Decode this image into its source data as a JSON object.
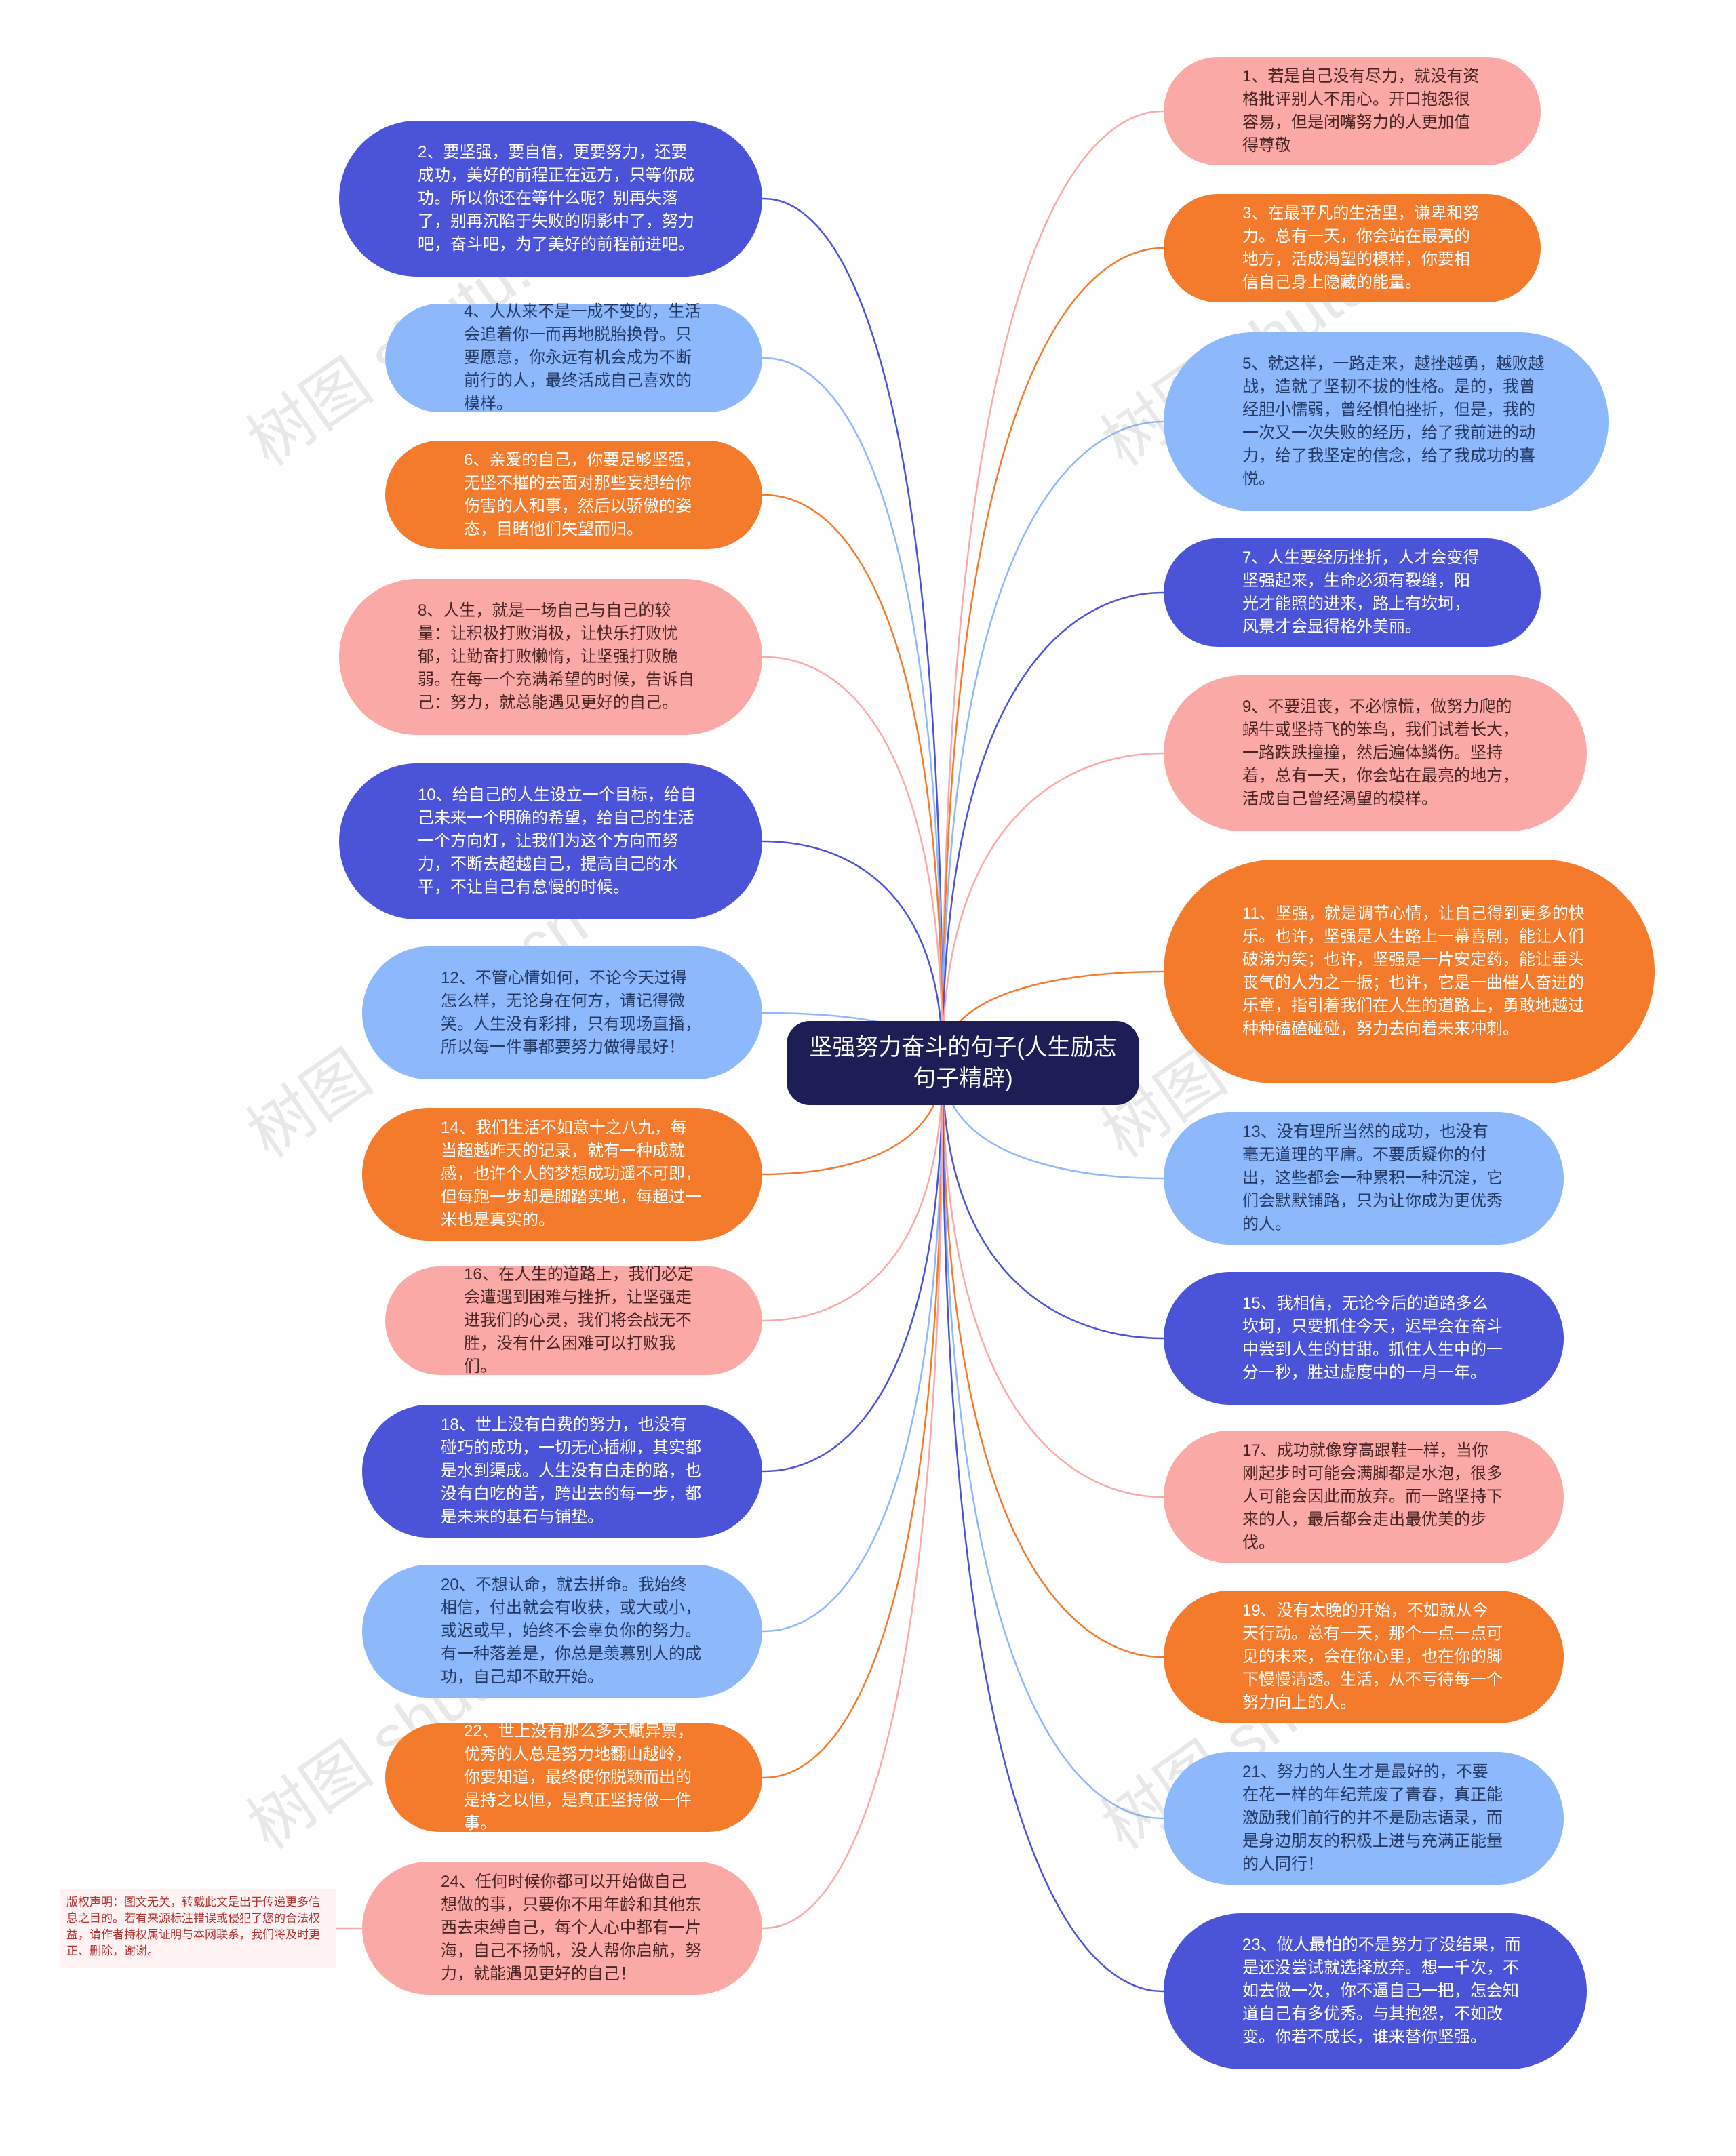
{
  "center": "坚强努力奋斗的句子(人生励志句子精辟)",
  "nodes": [
    {
      "text": "1、若是自己没有尽力，就没有资格批评别人不用心。开口抱怨很容易，但是闭嘴努力的人更加值得尊敬",
      "color": "pink"
    },
    {
      "text": "2、要坚强，要自信，更要努力，还要成功，美好的前程正在远方，只等你成功。所以你还在等什么呢？别再失落了，别再沉陷于失败的阴影中了，努力吧，奋斗吧，为了美好的前程前进吧。",
      "color": "blue"
    },
    {
      "text": "3、在最平凡的生活里，谦卑和努力。总有一天，你会站在最亮的地方，活成渴望的模样，你要相信自己身上隐藏的能量。",
      "color": "orange"
    },
    {
      "text": "4、人从来不是一成不变的，生活会追着你一而再地脱胎换骨。只要愿意，你永远有机会成为不断前行的人，最终活成自己喜欢的模样。",
      "color": "sky"
    },
    {
      "text": "5、就这样，一路走来，越挫越勇，越败越战，造就了坚韧不拔的性格。是的，我曾经胆小懦弱，曾经惧怕挫折，但是，我的一次又一次失败的经历，给了我前进的动力，给了我坚定的信念，给了我成功的喜悦。",
      "color": "sky"
    },
    {
      "text": "6、亲爱的自己，你要足够坚强，无坚不摧的去面对那些妄想给你伤害的人和事，然后以骄傲的姿态，目睹他们失望而归。",
      "color": "orange"
    },
    {
      "text": "7、人生要经历挫折，人才会变得坚强起来，生命必须有裂缝，阳光才能照的进来，路上有坎坷，风景才会显得格外美丽。",
      "color": "blue"
    },
    {
      "text": "8、人生，就是一场自己与自己的较量：让积极打败消极，让快乐打败忧郁，让勤奋打败懒惰，让坚强打败脆弱。在每一个充满希望的时候，告诉自己：努力，就总能遇见更好的自己。",
      "color": "pink"
    },
    {
      "text": "9、不要沮丧，不必惊慌，做努力爬的蜗牛或坚持飞的笨鸟，我们试着长大，一路跌跌撞撞，然后遍体鳞伤。坚持着，总有一天，你会站在最亮的地方，活成自己曾经渴望的模样。",
      "color": "pink"
    },
    {
      "text": "10、给自己的人生设立一个目标，给自己未来一个明确的希望，给自己的生活一个方向灯，让我们为这个方向而努力，不断去超越自己，提高自己的水平，不让自己有怠慢的时候。",
      "color": "blue"
    },
    {
      "text": "11、坚强，就是调节心情，让自己得到更多的快乐。也许，坚强是人生路上一幕喜剧，能让人们破涕为笑；也许，坚强是一片安定药，能让垂头丧气的人为之一振；也许，它是一曲催人奋进的乐章，指引着我们在人生的道路上，勇敢地越过种种磕磕碰碰，努力去向着未来冲刺。",
      "color": "orange"
    },
    {
      "text": "12、不管心情如何，不论今天过得怎么样，无论身在何方，请记得微笑。人生没有彩排，只有现场直播，所以每一件事都要努力做得最好！",
      "color": "sky"
    },
    {
      "text": "13、没有理所当然的成功，也没有毫无道理的平庸。不要质疑你的付出，这些都会一种累积一种沉淀，它们会默默铺路，只为让你成为更优秀的人。",
      "color": "sky"
    },
    {
      "text": "14、我们生活不如意十之八九，每当超越昨天的记录，就有一种成就感，也许个人的梦想成功遥不可即，但每跑一步却是脚踏实地，每超过一米也是真实的。",
      "color": "orange"
    },
    {
      "text": "15、我相信，无论今后的道路多么坎坷，只要抓住今天，迟早会在奋斗中尝到人生的甘甜。抓住人生中的一分一秒，胜过虚度中的一月一年。",
      "color": "blue"
    },
    {
      "text": "16、在人生的道路上，我们必定会遭遇到困难与挫折，让坚强走进我们的心灵，我们将会战无不胜，没有什么困难可以打败我们。",
      "color": "pink"
    },
    {
      "text": "17、成功就像穿高跟鞋一样，当你刚起步时可能会满脚都是水泡，很多人可能会因此而放弃。而一路坚持下来的人，最后都会走出最优美的步伐。",
      "color": "pink"
    },
    {
      "text": "18、世上没有白费的努力，也没有碰巧的成功，一切无心插柳，其实都是水到渠成。人生没有白走的路，也没有白吃的苦，跨出去的每一步，都是未来的基石与铺垫。",
      "color": "blue"
    },
    {
      "text": "19、没有太晚的开始，不如就从今天行动。总有一天，那个一点一点可见的未来，会在你心里，也在你的脚下慢慢清透。生活，从不亏待每一个努力向上的人。",
      "color": "orange"
    },
    {
      "text": "20、不想认命，就去拼命。我始终相信，付出就会有收获，或大或小，或迟或早，始终不会辜负你的努力。有一种落差是，你总是羡慕别人的成功，自己却不敢开始。",
      "color": "sky"
    },
    {
      "text": "21、努力的人生才是最好的，不要在花一样的年纪荒废了青春，真正能激励我们前行的并不是励志语录，而是身边朋友的积极上进与充满正能量的人同行！",
      "color": "sky"
    },
    {
      "text": "22、世上没有那么多天赋异禀，优秀的人总是努力地翻山越岭，你要知道，最终使你脱颖而出的是持之以恒，是真正坚持做一件事。",
      "color": "orange"
    },
    {
      "text": "23、做人最怕的不是努力了没结果，而是还没尝试就选择放弃。想一千次，不如去做一次，你不逼自己一把，怎会知道自己有多优秀。与其抱怨，不如改变。你若不成长，谁来替你坚强。",
      "color": "blue"
    },
    {
      "text": "24、任何时候你都可以开始做自己想做的事，只要你不用年龄和其他东西去束缚自己，每个人心中都有一片海，自己不扬帆，没人帮你启航，努力，就能遇见更好的自己！",
      "color": "pink"
    }
  ],
  "notice": "版权声明：图文无关，转载此文是出于传递更多信息之目的。若有来源标注错误或侵犯了您的合法权益，请作者持权属证明与本网联系，我们将及时更正、删除，谢谢。",
  "watermark": "树图 shutu.cn",
  "colors": {
    "blue": "#4b53d8",
    "sky": "#8db8fc",
    "orange": "#f47a2c",
    "pink": "#faa9a6",
    "center": "#1c1e55"
  }
}
